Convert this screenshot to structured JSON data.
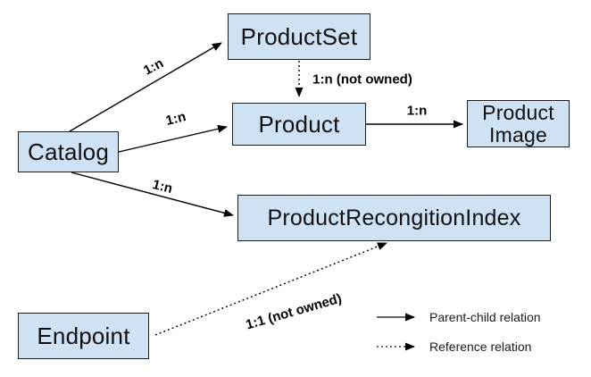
{
  "diagram": {
    "nodes": [
      {
        "id": "catalog",
        "label": "Catalog"
      },
      {
        "id": "productset",
        "label": "ProductSet"
      },
      {
        "id": "product",
        "label": "Product"
      },
      {
        "id": "product_image",
        "label": "Product Image"
      },
      {
        "id": "pri",
        "label": "ProductRecongitionIndex"
      },
      {
        "id": "endpoint",
        "label": "Endpoint"
      }
    ],
    "edges": [
      {
        "from": "catalog",
        "to": "productset",
        "label": "1:n",
        "type": "parent-child"
      },
      {
        "from": "catalog",
        "to": "product",
        "label": "1:n",
        "type": "parent-child"
      },
      {
        "from": "catalog",
        "to": "pri",
        "label": "1:n",
        "type": "parent-child"
      },
      {
        "from": "productset",
        "to": "product",
        "label": "1:n (not owned)",
        "type": "reference"
      },
      {
        "from": "product",
        "to": "product_image",
        "label": "1:n",
        "type": "parent-child"
      },
      {
        "from": "endpoint",
        "to": "pri",
        "label": "1:1 (not owned)",
        "type": "reference"
      }
    ],
    "legend": [
      {
        "style": "solid",
        "label": "Parent-child relation"
      },
      {
        "style": "dotted",
        "label": "Reference relation"
      }
    ],
    "colors": {
      "node_fill": "#cfe2f3",
      "node_border": "#1d1d1d",
      "line": "#000000",
      "text": "#000000",
      "background": "#ffffff"
    }
  }
}
